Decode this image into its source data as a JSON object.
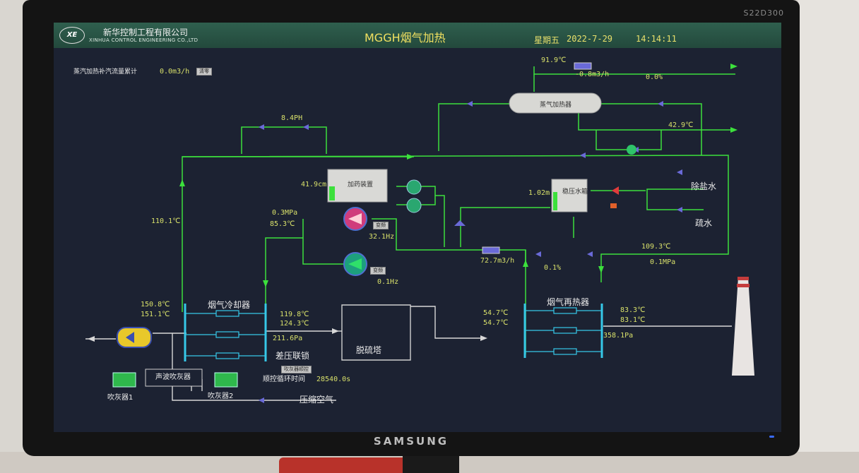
{
  "monitor": {
    "model": "S22D300",
    "brand": "SAMSUNG"
  },
  "header": {
    "logo_text": "XE",
    "company_cn": "新华控制工程有限公司",
    "company_en": "XINHUA CONTROL ENGINEERING CO.,LTD",
    "title": "MGGH烟气加热",
    "weekday": "星期五",
    "date": "2022-7-29",
    "time": "14:14:11"
  },
  "steam_meter": {
    "label": "蒸汽加热补汽流量累计",
    "value": "0.0m3/h",
    "reset_button": "清零"
  },
  "steam_line": {
    "temp": "91.9℃",
    "flow": "-0.8m3/h",
    "valve": "0.0%"
  },
  "equipment": {
    "steam_heater": "蒸气加热器",
    "dosing_device": "加药装置",
    "surge_tank": "稳压水箱",
    "demin_water": "除盐水",
    "drain_water": "疏水",
    "flue_cooler": "烟气冷却器",
    "flue_reheater": "烟气再热器",
    "desulfurization_tower": "脱硫塔",
    "sonic_blower": "声波吹灰器",
    "soot_blower_1": "吹灰器1",
    "soot_blower_2": "吹灰器2",
    "compressed_air": "压缩空气",
    "diff_pressure_interlock": "差压联锁",
    "sequence_cycle_label": "顺控循环时间"
  },
  "buttons": {
    "pump1_auto": "变频",
    "pump2_auto": "变频",
    "blower_seq": "吹灰器顺控"
  },
  "readings": {
    "ph": "8.4PH",
    "heater_out_temp": "42.9℃",
    "dosing_level": "41.9cm",
    "surge_level": "1.02m",
    "pump_pressure": "0.3MPa",
    "pump_temp": "85.3℃",
    "pump1_freq": "32.1Hz",
    "pump2_freq": "0.1Hz",
    "return_temp": "110.1℃",
    "circ_flow": "72.7m3/h",
    "valve_open": "0.1%",
    "supply_temp": "109.3℃",
    "supply_press": "0.1MPa",
    "cooler_in_t1": "150.8℃",
    "cooler_in_t2": "151.1℃",
    "cooler_out_t1": "119.8℃",
    "cooler_out_t2": "124.3℃",
    "cooler_dp": "211.6Pa",
    "reheater_in_t1": "54.7℃",
    "reheater_in_t2": "54.7℃",
    "reheater_out_t1": "83.3℃",
    "reheater_out_t2": "83.1℃",
    "reheater_dp": "358.1Pa",
    "cycle_time": "28540.0s"
  },
  "colors": {
    "pipe": "#3ce03c",
    "bus": "#36c8e8",
    "screen_bg": "#1c2232",
    "value": "#d8e06a",
    "titlebar": "#2f5f4e"
  }
}
